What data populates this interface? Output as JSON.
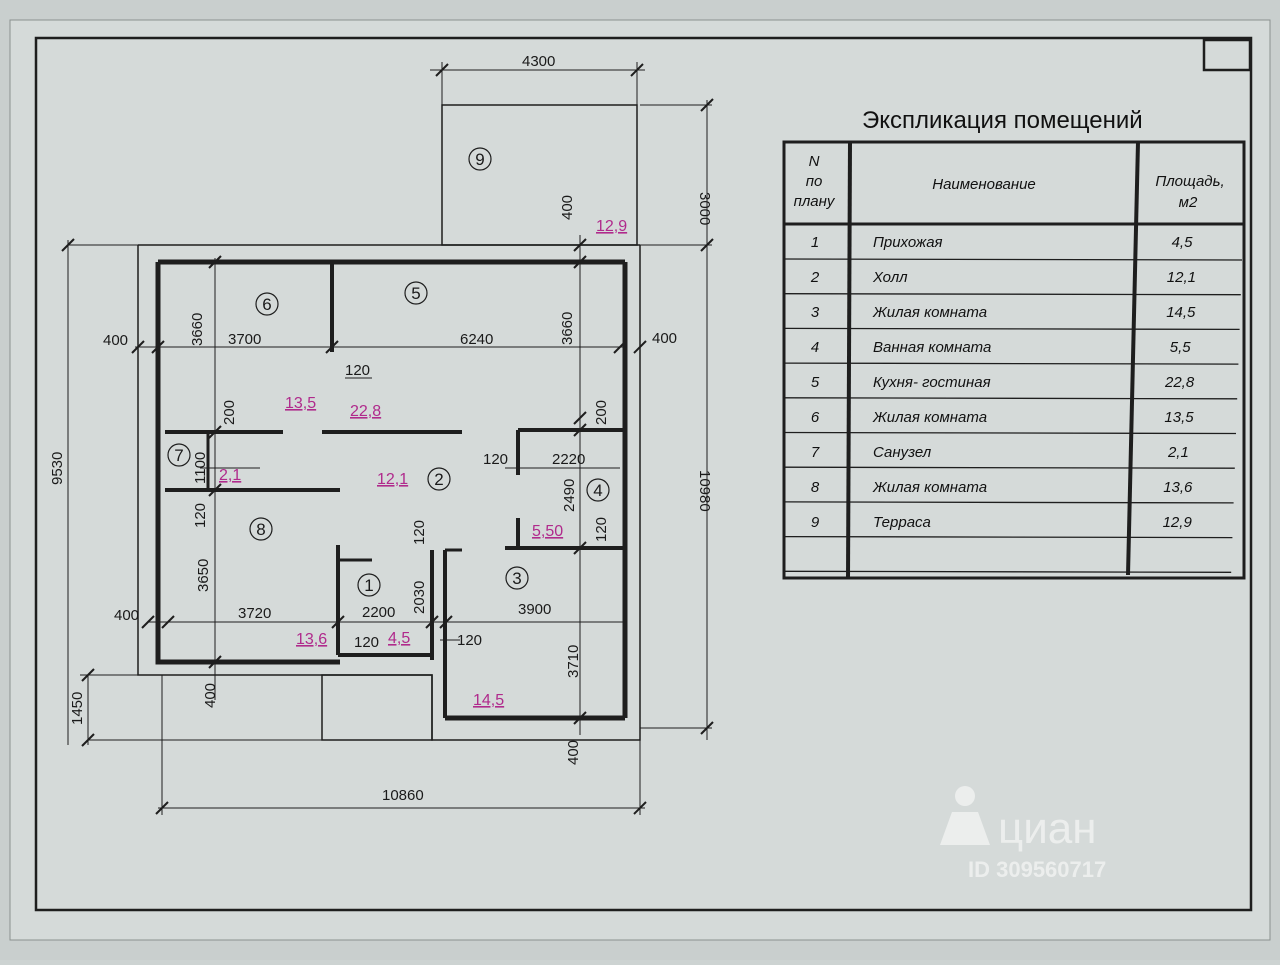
{
  "plan": {
    "overall": {
      "width": "10860",
      "height": "9530",
      "height_total": "10980",
      "bottom_strip": "1450",
      "terrace_width": "4300",
      "terrace_depth": "3000"
    },
    "dims": {
      "d400_tl": "400",
      "d3660_l": "3660",
      "d3700": "3700",
      "d6240": "6240",
      "d3660_r": "3660",
      "d400_r": "400",
      "d400_terr": "400",
      "d120_a": "120",
      "d200_a": "200",
      "d200_b": "200",
      "d1100": "1100",
      "d120_b": "120",
      "d2220": "2220",
      "d2490": "2490",
      "d120_c": "120",
      "d120_d": "120",
      "d3650": "3650",
      "d3720": "3720",
      "d400_bl": "400",
      "d2200": "2200",
      "d2030": "2030",
      "d120_e": "120",
      "d120_f": "120",
      "d3900": "3900",
      "d3710": "3710",
      "d400_bm": "400",
      "d400_bb": "400",
      "d120_g": "120"
    },
    "areas": {
      "a6": "13,5",
      "a5": "22,8",
      "a7": "2,1",
      "a2": "12,1",
      "a4": "5,50",
      "a8": "13,6",
      "a1": "4,5",
      "a3": "14,5",
      "a9": "12,9"
    },
    "rooms": [
      "1",
      "2",
      "3",
      "4",
      "5",
      "6",
      "7",
      "8",
      "9"
    ]
  },
  "table": {
    "title": "Экспликация помещений",
    "headers": {
      "num": [
        "N",
        "по",
        "плану"
      ],
      "name": "Наименование",
      "area": [
        "Площадь,",
        "м2"
      ]
    },
    "rows": [
      {
        "n": "1",
        "name": "Прихожая",
        "area": "4,5"
      },
      {
        "n": "2",
        "name": "Холл",
        "area": "12,1"
      },
      {
        "n": "3",
        "name": "Жилая комната",
        "area": "14,5"
      },
      {
        "n": "4",
        "name": "Ванная комната",
        "area": "5,5"
      },
      {
        "n": "5",
        "name": "Кухня- гостиная",
        "area": "22,8"
      },
      {
        "n": "6",
        "name": "Жилая комната",
        "area": "13,5"
      },
      {
        "n": "7",
        "name": "Санузел",
        "area": "2,1"
      },
      {
        "n": "8",
        "name": "Жилая комната",
        "area": "13,6"
      },
      {
        "n": "9",
        "name": "Терраса",
        "area": "12,9"
      }
    ]
  },
  "watermark": {
    "brand": "циан",
    "id": "ID 309560717"
  },
  "colors": {
    "background": "#cdd3d2",
    "sheet": "#d8dddc",
    "line": "#1e1e1e",
    "area_text": "#b02a8c"
  }
}
